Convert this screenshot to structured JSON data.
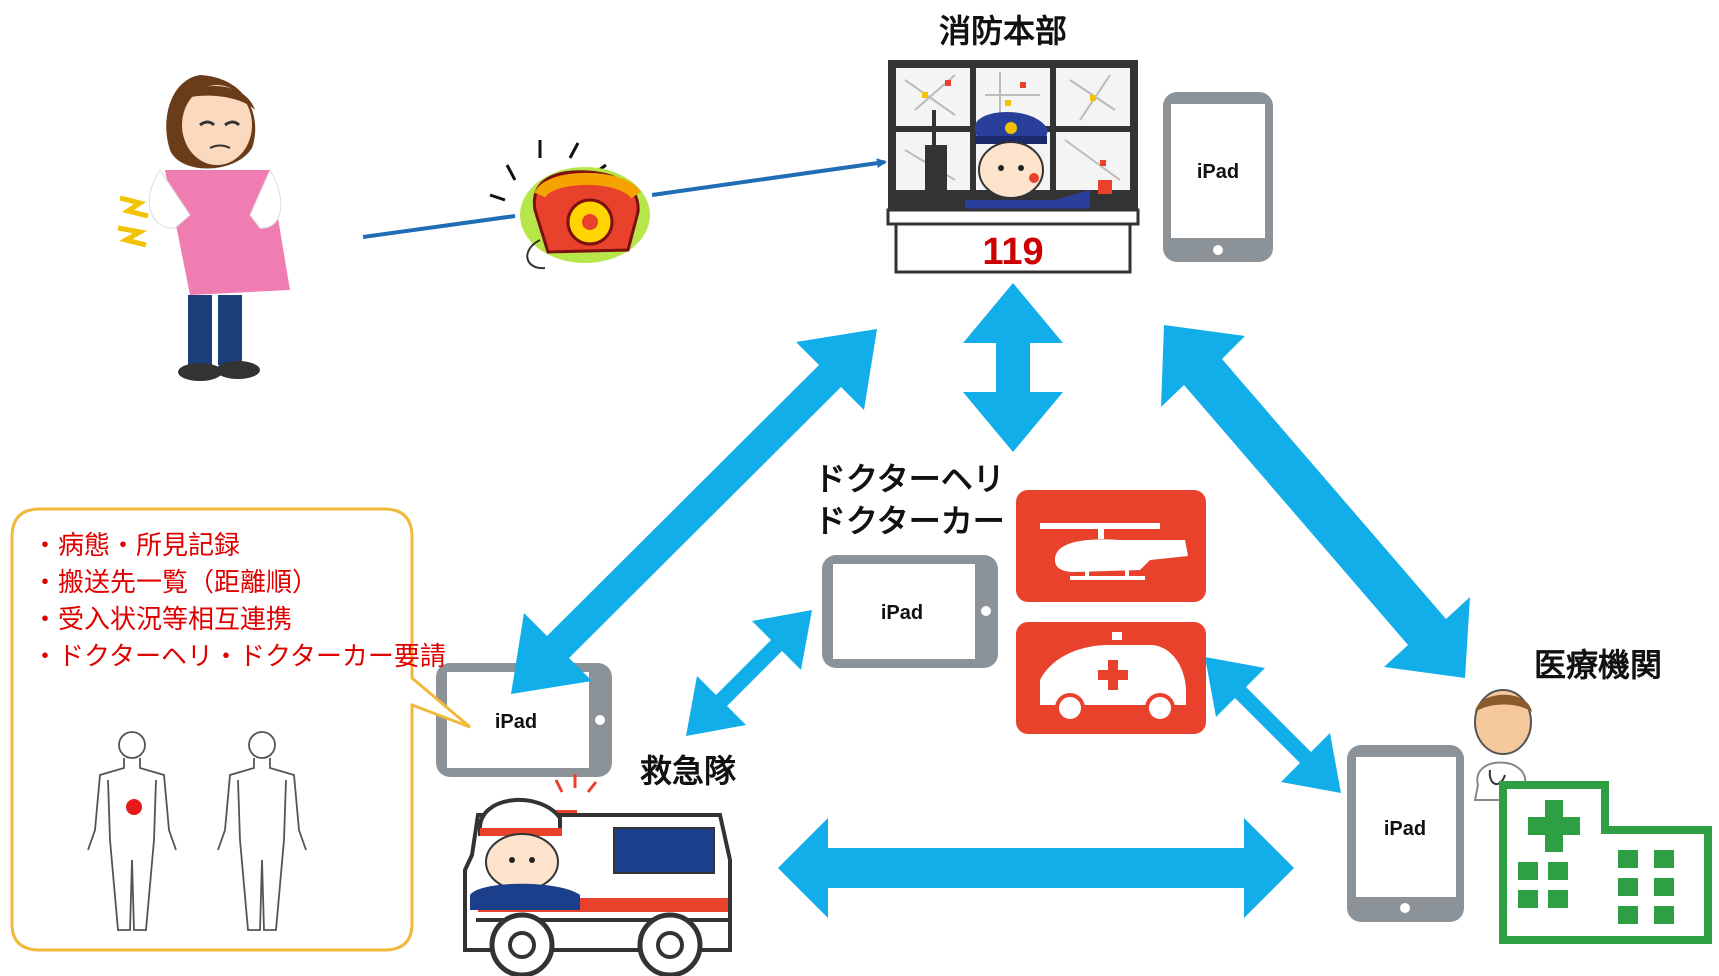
{
  "nodes": {
    "fire_hq": "消防本部",
    "doctor_vehicle_line1": "ドクターヘリ",
    "doctor_vehicle_line2": "ドクターカー",
    "ems": "救急隊",
    "medical": "医療機関",
    "phone_number": "119"
  },
  "ipad_label": "iPad",
  "bubble_items": [
    "・病態・所見記録",
    "・搬送先一覧（距離順）",
    "・受入状況等相互連携",
    "・ドクターヘリ・ドクターカー要請"
  ],
  "colors": {
    "arrow": "#12aeea",
    "call_line": "#1f6db5",
    "bubble_border": "#f0b93a",
    "bubble_text": "#e00000",
    "tile_red": "#e8412c",
    "hospital_green": "#2ea043",
    "ipad_frame": "#8b9399"
  },
  "icons": [
    "patient-woman-icon",
    "ringing-phone-icon",
    "dispatcher-icon",
    "helicopter-icon",
    "doctor-car-icon",
    "ambulance-icon",
    "doctor-icon",
    "hospital-icon",
    "body-chart-icon"
  ]
}
